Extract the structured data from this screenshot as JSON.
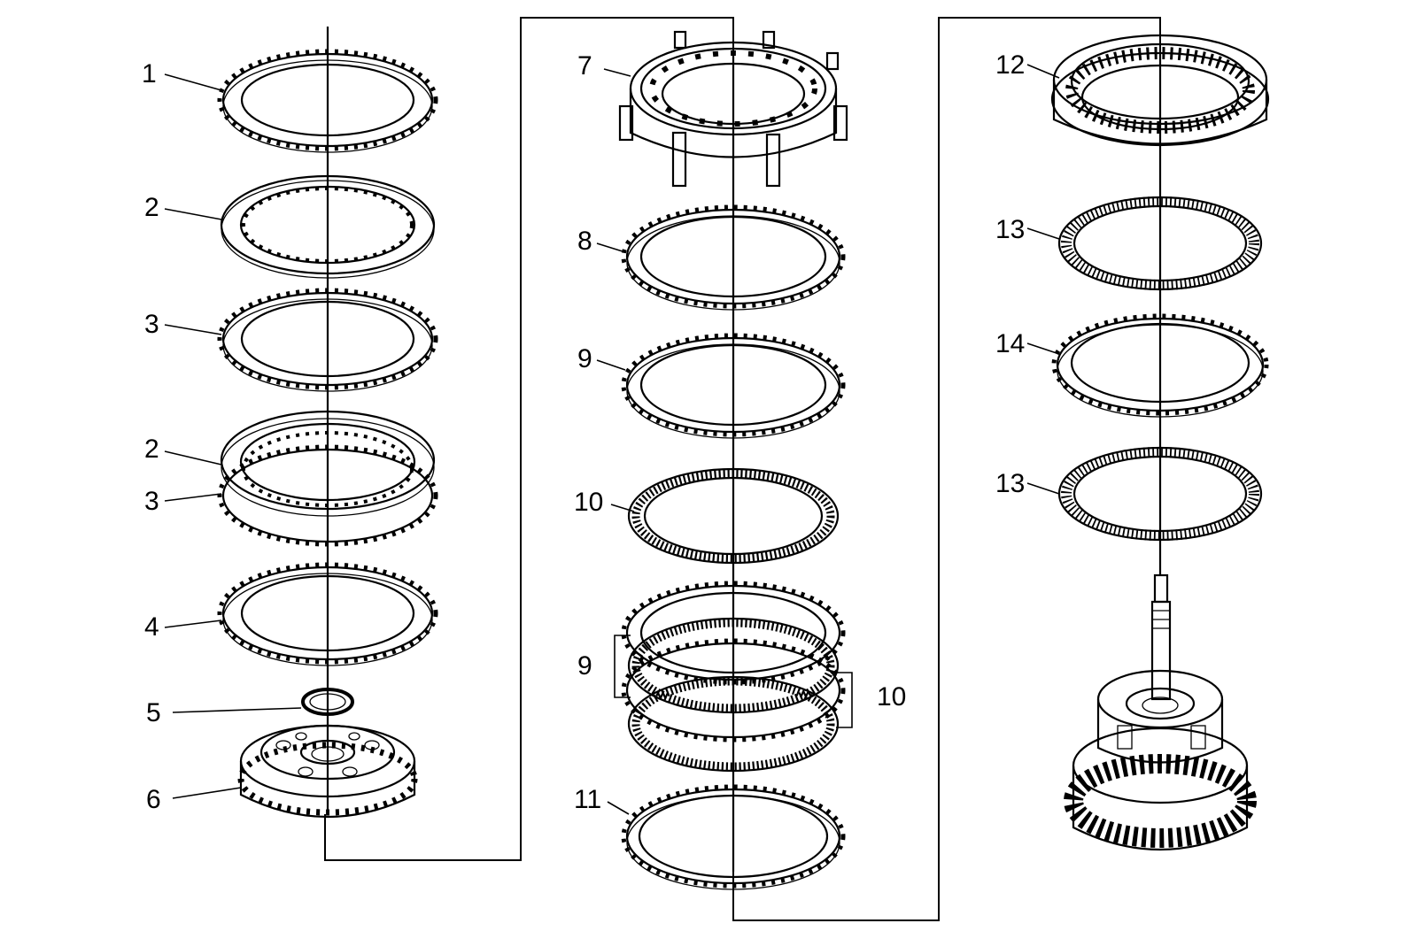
{
  "callouts": [
    {
      "id": "c1",
      "text": "1"
    },
    {
      "id": "c2a",
      "text": "2"
    },
    {
      "id": "c3a",
      "text": "3"
    },
    {
      "id": "c2b",
      "text": "2"
    },
    {
      "id": "c3b",
      "text": "3"
    },
    {
      "id": "c4",
      "text": "4"
    },
    {
      "id": "c5",
      "text": "5"
    },
    {
      "id": "c6",
      "text": "6"
    },
    {
      "id": "c7",
      "text": "7"
    },
    {
      "id": "c8",
      "text": "8"
    },
    {
      "id": "c9a",
      "text": "9"
    },
    {
      "id": "c10a",
      "text": "10"
    },
    {
      "id": "c9b",
      "text": "9"
    },
    {
      "id": "c10b",
      "text": "10"
    },
    {
      "id": "c11",
      "text": "11"
    },
    {
      "id": "c12",
      "text": "12"
    },
    {
      "id": "c13a",
      "text": "13"
    },
    {
      "id": "c14",
      "text": "14"
    },
    {
      "id": "c13b",
      "text": "13"
    }
  ]
}
